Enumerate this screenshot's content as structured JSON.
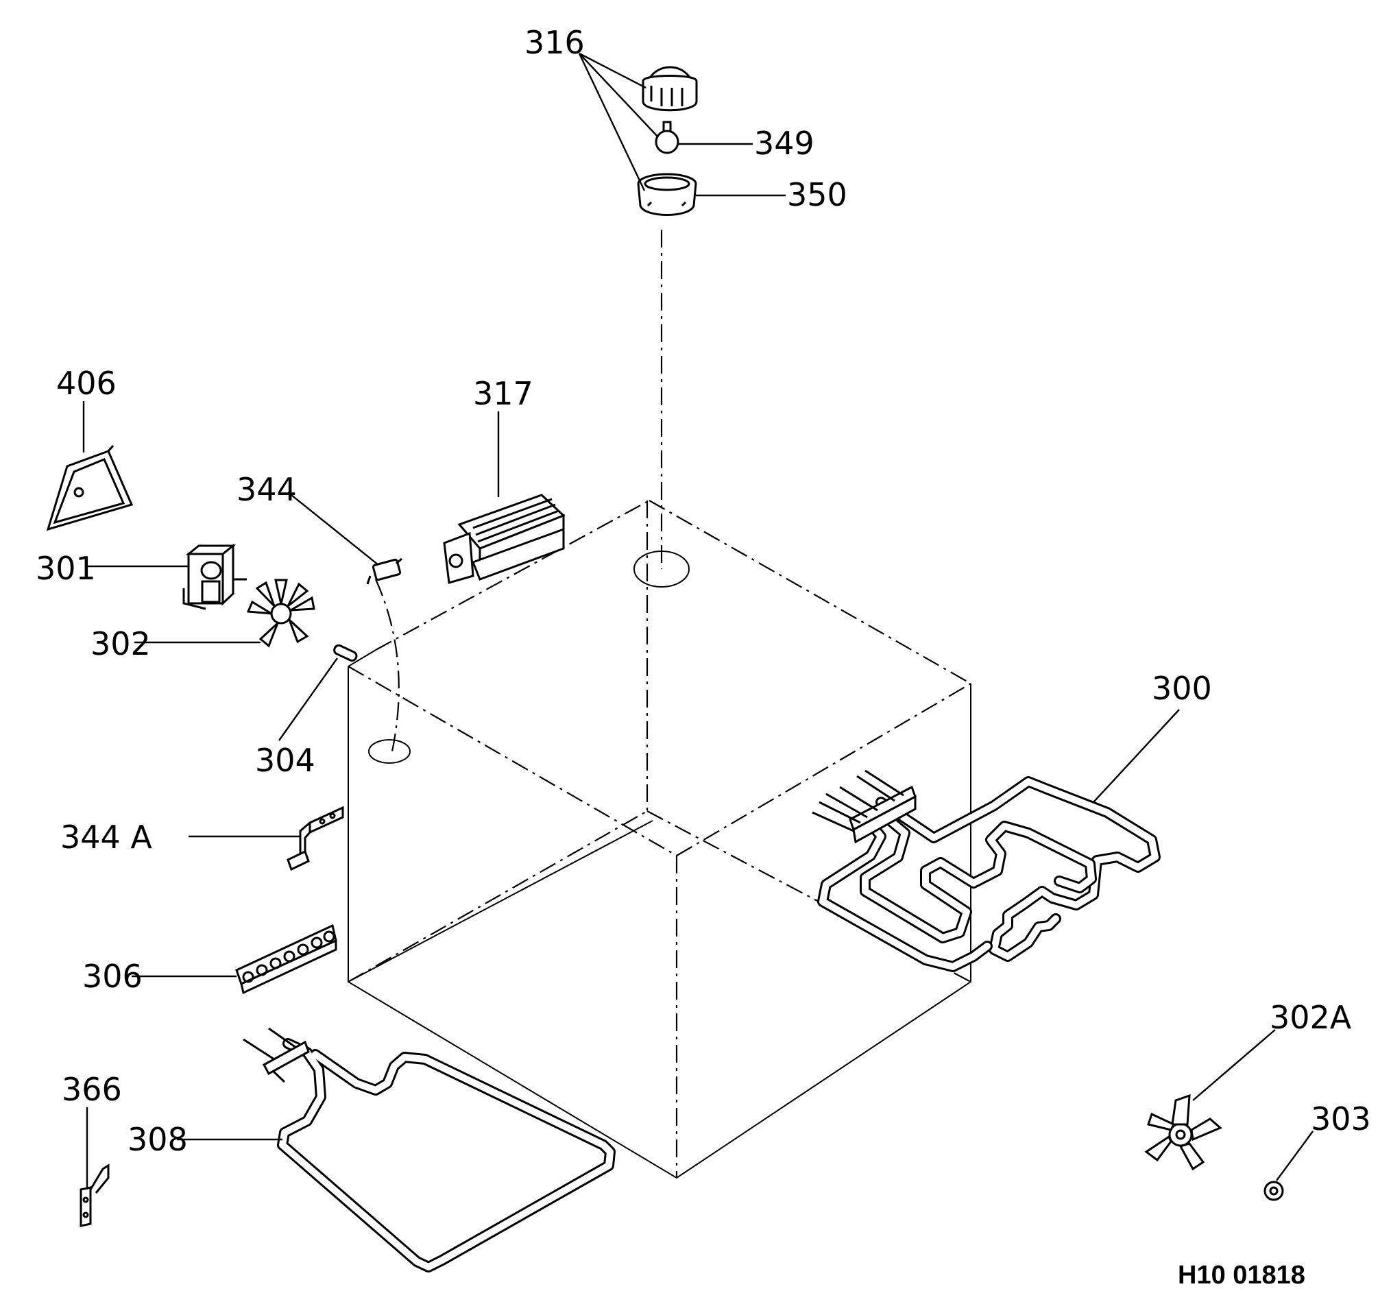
{
  "labels": {
    "p316": "316",
    "p349": "349",
    "p350": "350",
    "p406": "406",
    "p317": "317",
    "p344": "344",
    "p301": "301",
    "p302": "302",
    "p304": "304",
    "p300": "300",
    "p344a": "344 A",
    "p306": "306",
    "p366": "366",
    "p308": "308",
    "p302a": "302A",
    "p303": "303"
  },
  "drawing_code": "H10 01818"
}
